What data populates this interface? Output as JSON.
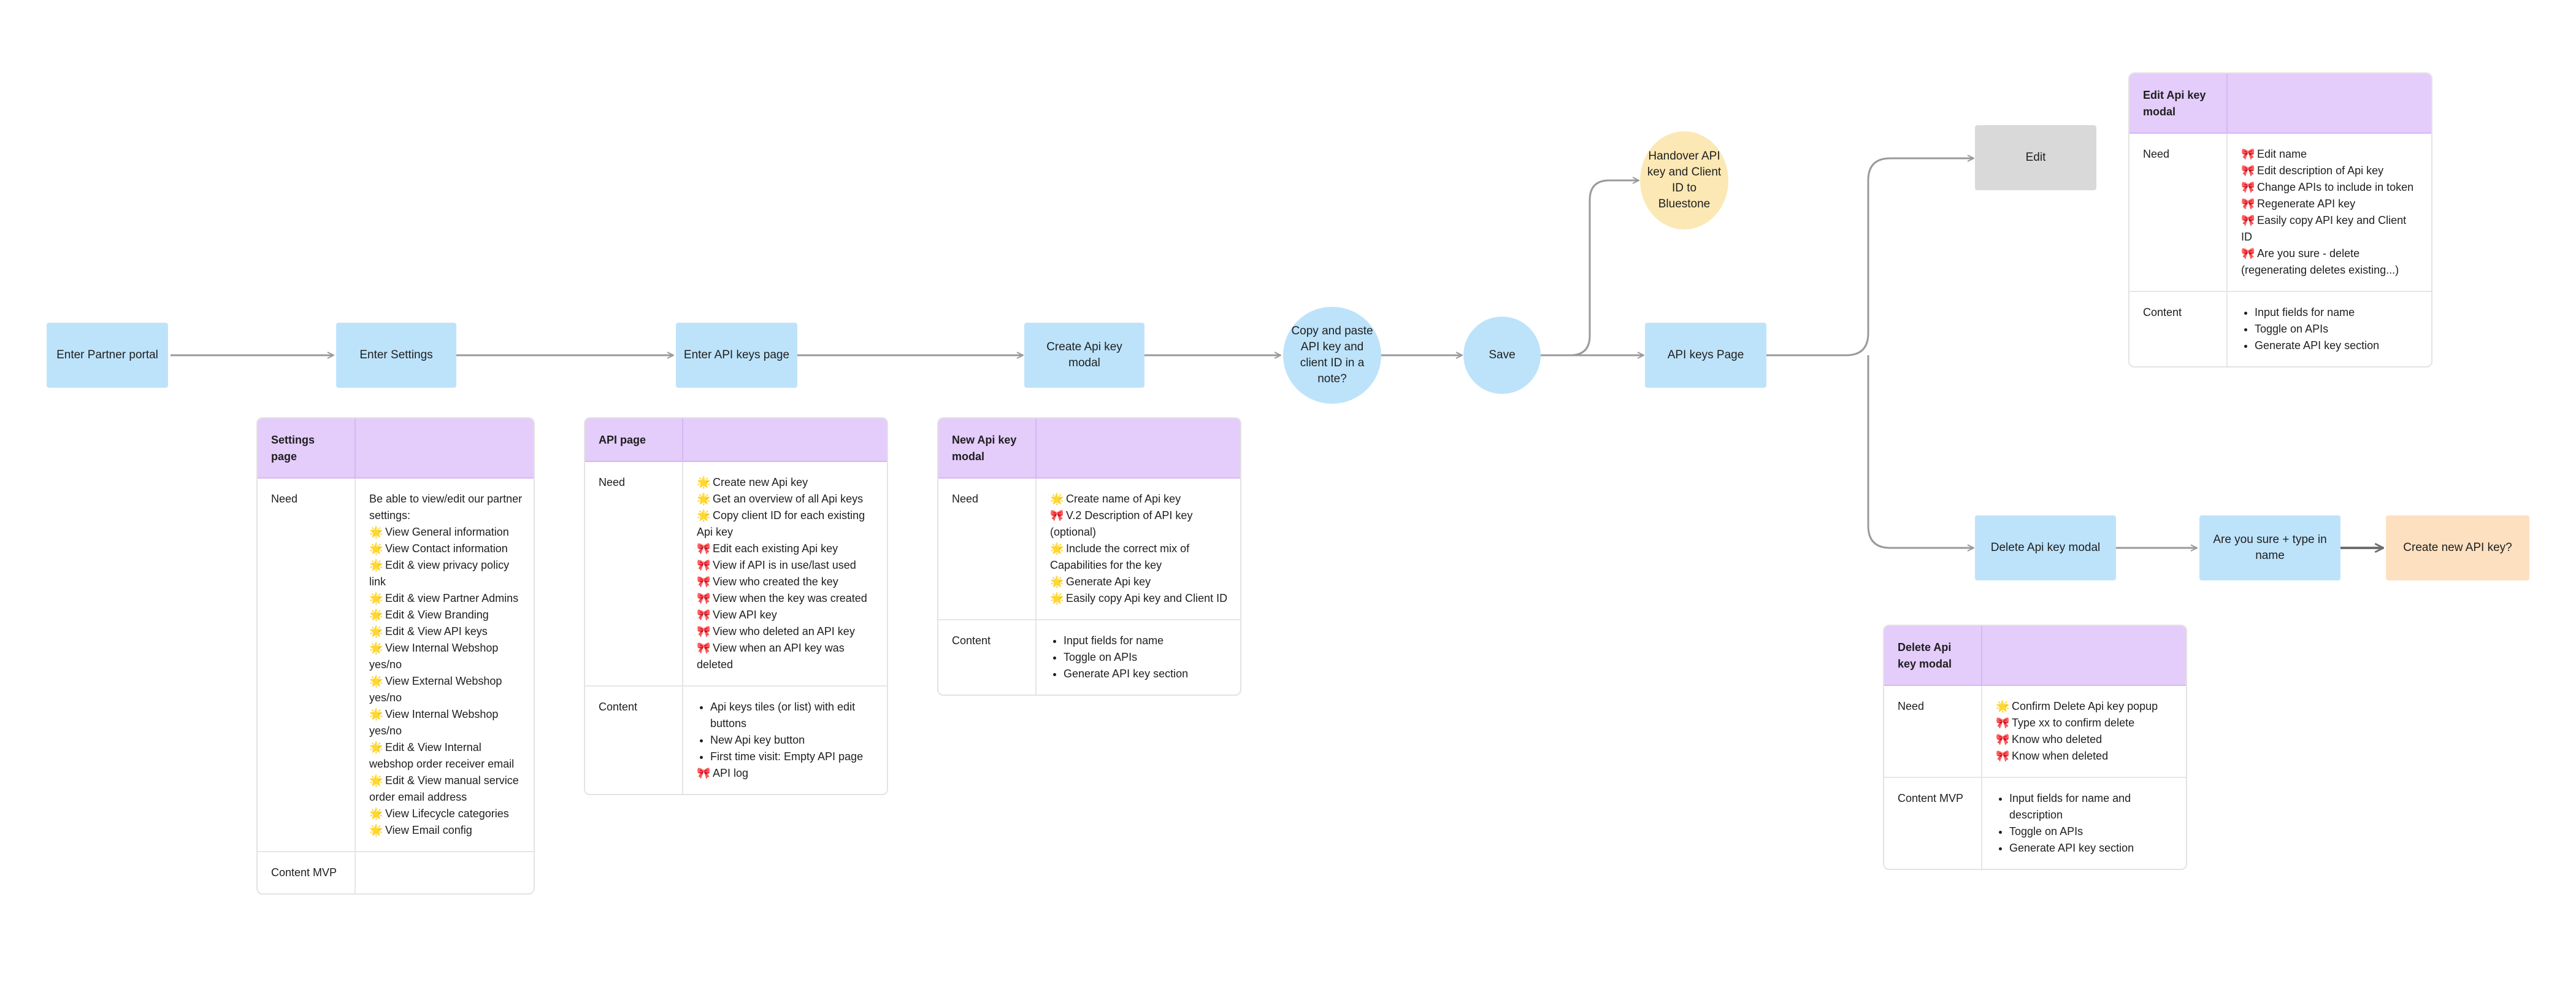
{
  "flow": {
    "enter_partner_portal": "Enter Partner portal",
    "enter_settings": "Enter Settings",
    "enter_api_keys_page": "Enter API keys page",
    "create_api_key_modal": "Create Api key modal",
    "copy_paste": "Copy and paste API key and client ID in a note?",
    "save": "Save",
    "handover": "Handover API key and Client ID to Bluestone",
    "api_keys_page": "API keys Page",
    "edit": "Edit",
    "delete_api_key_modal": "Delete Api key modal",
    "are_you_sure": "Are you sure + type in name",
    "create_new_api_key": "Create new API key?"
  },
  "emoji": {
    "star": "🌟",
    "bow": "🎀"
  },
  "tables": {
    "settings": {
      "title": "Settings page",
      "need_label": "Need",
      "need_intro": "Be able to view/edit our partner settings:",
      "need_items": [
        {
          "icon": "star",
          "text": "View General information"
        },
        {
          "icon": "star",
          "text": "View Contact information"
        },
        {
          "icon": "star",
          "text": "Edit & view privacy policy link"
        },
        {
          "icon": "star",
          "text": "Edit & view Partner Admins"
        },
        {
          "icon": "star",
          "text": "Edit & View Branding"
        },
        {
          "icon": "star",
          "text": "Edit & View API keys"
        },
        {
          "icon": "star",
          "text": "View Internal Webshop yes/no"
        },
        {
          "icon": "star",
          "text": "View External Webshop yes/no"
        },
        {
          "icon": "star",
          "text": "View Internal Webshop yes/no"
        },
        {
          "icon": "star",
          "text": "Edit & View Internal webshop order receiver email"
        },
        {
          "icon": "star",
          "text": "Edit & View manual service order email address"
        },
        {
          "icon": "star",
          "text": "View Lifecycle categories"
        },
        {
          "icon": "star",
          "text": "View Email config"
        }
      ],
      "content_label": "Content MVP"
    },
    "api_page": {
      "title": "API page",
      "need_label": "Need",
      "need_items": [
        {
          "icon": "star",
          "text": "Create new Api key"
        },
        {
          "icon": "star",
          "text": "Get an overview of all Api keys"
        },
        {
          "icon": "star",
          "text": "Copy client ID for each existing Api key"
        },
        {
          "icon": "bow",
          "text": "Edit each existing Api key"
        },
        {
          "icon": "bow",
          "text": "View if API is in use/last used"
        },
        {
          "icon": "bow",
          "text": "View who created the key"
        },
        {
          "icon": "bow",
          "text": "View when the key was created"
        },
        {
          "icon": "bow",
          "text": "View API key"
        },
        {
          "icon": "bow",
          "text": "View who deleted an API key"
        },
        {
          "icon": "bow",
          "text": "View when an API key was deleted"
        }
      ],
      "content_label": "Content",
      "content_items": [
        "Api keys tiles (or list) with edit buttons",
        "New Api key button",
        "First time visit: Empty API page"
      ],
      "content_extra": {
        "icon": "bow",
        "text": "API log"
      }
    },
    "new_api_key": {
      "title": "New Api key modal",
      "need_label": "Need",
      "need_items": [
        {
          "icon": "star",
          "text": "Create name of Api key"
        },
        {
          "icon": "bow",
          "text": "V.2 Description of API key (optional)"
        },
        {
          "icon": "star",
          "text": "Include the correct mix of Capabilities for the key"
        },
        {
          "icon": "star",
          "text": "Generate Api key"
        },
        {
          "icon": "star",
          "text": "Easily copy Api key and Client ID"
        }
      ],
      "content_label": "Content",
      "content_items": [
        "Input fields for name",
        "Toggle on APIs",
        "Generate API key section"
      ]
    },
    "edit_api_key": {
      "title": "Edit Api key modal",
      "need_label": "Need",
      "need_items": [
        {
          "icon": "bow",
          "text": "Edit name"
        },
        {
          "icon": "bow",
          "text": "Edit description of Api key"
        },
        {
          "icon": "bow",
          "text": "Change APIs to include in token"
        },
        {
          "icon": "bow",
          "text": "Regenerate API key"
        },
        {
          "icon": "bow",
          "text": "Easily copy API key and Client ID"
        },
        {
          "icon": "bow",
          "text": "Are you sure - delete (regenerating deletes existing...)"
        }
      ],
      "content_label": "Content",
      "content_items": [
        "Input fields for name",
        "Toggle on APIs",
        "Generate API key section"
      ]
    },
    "delete_api_key": {
      "title": "Delete Api key modal",
      "need_label": "Need",
      "need_items": [
        {
          "icon": "star",
          "text": "Confirm Delete Api key popup"
        },
        {
          "icon": "bow",
          "text": "Type xx to confirm delete"
        },
        {
          "icon": "bow",
          "text": "Know who deleted"
        },
        {
          "icon": "bow",
          "text": "Know when deleted"
        }
      ],
      "content_label": "Content MVP",
      "content_items": [
        "Input fields for name and description",
        "Toggle on APIs",
        "Generate API key section"
      ]
    }
  }
}
